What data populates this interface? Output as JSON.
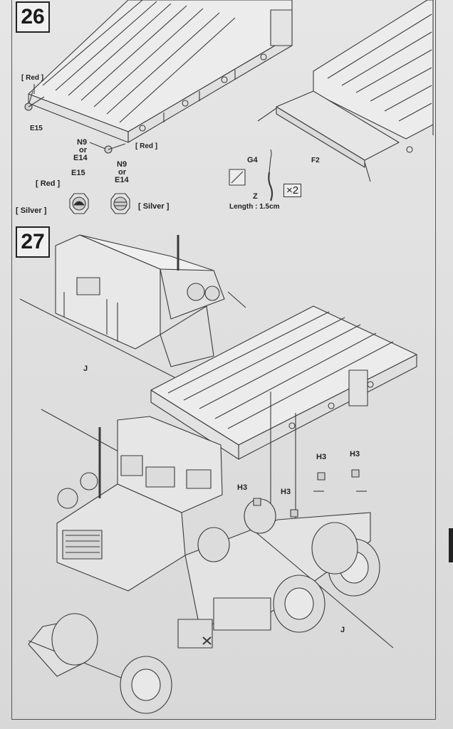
{
  "step26": {
    "number": "26",
    "labels": {
      "red_top_left": "[ Red ]",
      "e15_top": "E15",
      "n9": "N9",
      "or1": "or",
      "e14": "E14",
      "red_mid": "[ Red ]",
      "e15_detail": "E15",
      "n9_detail": "N9",
      "or2": "or",
      "e14_detail": "E14",
      "red_detail": "[ Red ]",
      "silver_left": "[ Silver ]",
      "silver_right": "[ Silver ]",
      "g4": "G4",
      "z": "Z",
      "length": "Length : 1.5cm",
      "multiplier": "×2",
      "f2": "F2"
    }
  },
  "step27": {
    "number": "27",
    "labels": {
      "j_top": "J",
      "h3_a": "H3",
      "h3_b": "H3",
      "h3_c": "H3",
      "h3_d": "H3",
      "j_bottom": "J"
    }
  }
}
